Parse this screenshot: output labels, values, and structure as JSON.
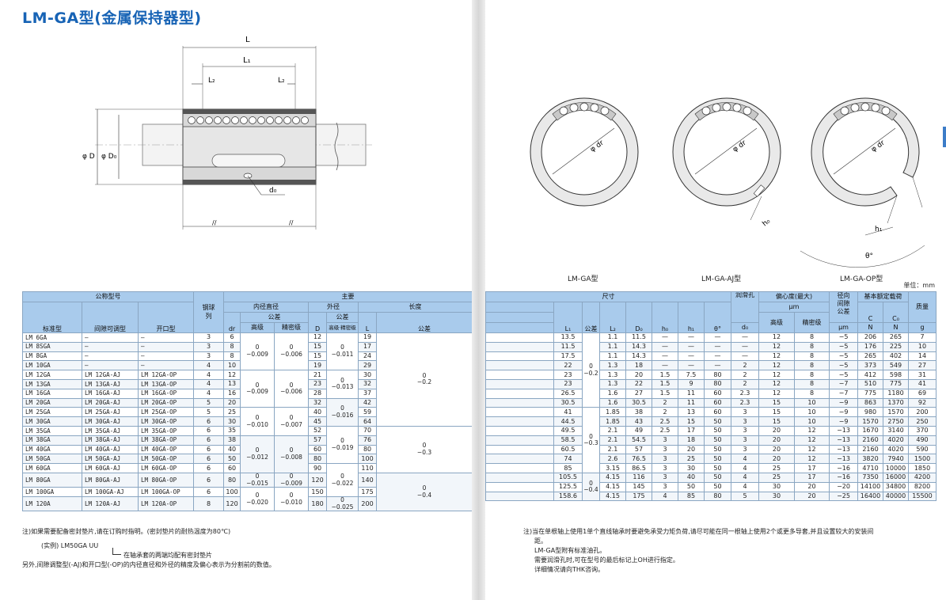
{
  "title": "LM-GA型(金属保持器型)",
  "drawing": {
    "dim_L": "L",
    "dim_L1": "L₁",
    "dim_L2a": "L₂",
    "dim_L2b": "L₂",
    "dim_D": "φ D",
    "dim_D0": "φ D₀",
    "dim_d0": "d₀",
    "break_mark": "//",
    "dim_dr": "φ dr",
    "dim_h0": "h₀",
    "dim_h1": "h₁",
    "dim_theta": "θ°"
  },
  "views": {
    "ga": "LM-GA型",
    "aj": "LM-GA-AJ型",
    "op": "LM-GA-OP型"
  },
  "unit": "单位：mm",
  "left_header": {
    "model": "公称型号",
    "main": "主要",
    "standard": "标准型",
    "clearance": "间隙可调型",
    "open": "开口型",
    "ball": "钢球",
    "row": "列",
    "inner": "内径直径",
    "outer": "外径",
    "length": "长度",
    "tol": "公差",
    "dr": "dr",
    "high": "高级",
    "precision": "精密级",
    "D": "D",
    "high_prec": "高级·精密级",
    "L": "L",
    "tol2": "公差"
  },
  "right_header": {
    "size": "尺寸",
    "lube": "润滑孔",
    "ecc": "偏心度(最大)",
    "um": "μm",
    "radial": "径向",
    "gap": "间隙",
    "gap_tol": "公差",
    "gap_um": "μm",
    "load": "基本额定载荷",
    "mass": "质量",
    "L1": "L₁",
    "tol": "公差",
    "L2": "L₂",
    "D0": "D₀",
    "h0": "h₀",
    "h1": "h₁",
    "theta": "θ°",
    "d0": "d₀",
    "high": "高级",
    "precision": "精密级",
    "C": "C",
    "C0": "C₀",
    "N1": "N",
    "N2": "N",
    "g": "g"
  },
  "tol_groups": {
    "dr_high": [
      [
        "0",
        "−0.009"
      ],
      [
        "0",
        "−0.010"
      ],
      [
        "0",
        "−0.012"
      ],
      [
        "0",
        "−0.015"
      ],
      [
        "0",
        "−0.020"
      ]
    ],
    "dr_prec": [
      [
        "0",
        "−0.006"
      ],
      [
        "0",
        "−0.007"
      ],
      [
        "0",
        "−0.008"
      ],
      [
        "0",
        "−0.009"
      ],
      [
        "0",
        "−0.010"
      ]
    ],
    "D": [
      [
        "0",
        "−0.011"
      ],
      [
        "0",
        "−0.013"
      ],
      [
        "0",
        "−0.016"
      ],
      [
        "0",
        "−0.019"
      ],
      [
        "0",
        "−0.022"
      ],
      [
        "0",
        "−0.025"
      ]
    ],
    "L": [
      [
        "0",
        "−0.2"
      ],
      [
        "0",
        "−0.3"
      ],
      [
        "0",
        "−0.4"
      ]
    ],
    "L1": [
      [
        "0",
        "−0.2"
      ],
      [
        "0",
        "−0.3"
      ],
      [
        "0",
        "−0.4"
      ]
    ]
  },
  "rows_left": [
    [
      "LM 6GA",
      "—",
      "—",
      "3",
      "6",
      "12",
      "19"
    ],
    [
      "LM 8SGA",
      "—",
      "—",
      "3",
      "8",
      "15",
      "17"
    ],
    [
      "LM 8GA",
      "—",
      "—",
      "3",
      "8",
      "15",
      "24"
    ],
    [
      "LM 10GA",
      "—",
      "—",
      "4",
      "10",
      "19",
      "29"
    ],
    [
      "LM 12GA",
      "LM 12GA-AJ",
      "LM 12GA-OP",
      "4",
      "12",
      "21",
      "30"
    ],
    [
      "LM 13GA",
      "LM 13GA-AJ",
      "LM 13GA-OP",
      "4",
      "13",
      "23",
      "32"
    ],
    [
      "LM 16GA",
      "LM 16GA-AJ",
      "LM 16GA-OP",
      "4",
      "16",
      "28",
      "37"
    ],
    [
      "LM 20GA",
      "LM 20GA-AJ",
      "LM 20GA-OP",
      "5",
      "20",
      "32",
      "42"
    ],
    [
      "LM 25GA",
      "LM 25GA-AJ",
      "LM 25GA-OP",
      "5",
      "25",
      "40",
      "59"
    ],
    [
      "LM 30GA",
      "LM 30GA-AJ",
      "LM 30GA-OP",
      "6",
      "30",
      "45",
      "64"
    ],
    [
      "LM 35GA",
      "LM 35GA-AJ",
      "LM 35GA-OP",
      "6",
      "35",
      "52",
      "70"
    ],
    [
      "LM 38GA",
      "LM 38GA-AJ",
      "LM 38GA-OP",
      "6",
      "38",
      "57",
      "76"
    ],
    [
      "LM 40GA",
      "LM 40GA-AJ",
      "LM 40GA-OP",
      "6",
      "40",
      "60",
      "80"
    ],
    [
      "LM 50GA",
      "LM 50GA-AJ",
      "LM 50GA-OP",
      "6",
      "50",
      "80",
      "100"
    ],
    [
      "LM 60GA",
      "LM 60GA-AJ",
      "LM 60GA-OP",
      "6",
      "60",
      "90",
      "110"
    ],
    [
      "LM 80GA",
      "LM 80GA-AJ",
      "LM 80GA-OP",
      "6",
      "80",
      "120",
      "140"
    ],
    [
      "LM 100GA",
      "LM 100GA-AJ",
      "LM 100GA-OP",
      "6",
      "100",
      "150",
      "175"
    ],
    [
      "LM 120A",
      "LM 120A-AJ",
      "LM 120A-OP",
      "8",
      "120",
      "180",
      "200"
    ]
  ],
  "rows_right": [
    [
      "13.5",
      "1.1",
      "11.5",
      "—",
      "—",
      "—",
      "—",
      "12",
      "8",
      "−5",
      "206",
      "265",
      "7"
    ],
    [
      "11.5",
      "1.1",
      "14.3",
      "—",
      "—",
      "—",
      "—",
      "12",
      "8",
      "−5",
      "176",
      "225",
      "10"
    ],
    [
      "17.5",
      "1.1",
      "14.3",
      "—",
      "—",
      "—",
      "—",
      "12",
      "8",
      "−5",
      "265",
      "402",
      "14"
    ],
    [
      "22",
      "1.3",
      "18",
      "—",
      "—",
      "—",
      "2",
      "12",
      "8",
      "−5",
      "373",
      "549",
      "27"
    ],
    [
      "23",
      "1.3",
      "20",
      "1.5",
      "7.5",
      "80",
      "2",
      "12",
      "8",
      "−5",
      "412",
      "598",
      "31"
    ],
    [
      "23",
      "1.3",
      "22",
      "1.5",
      "9",
      "80",
      "2",
      "12",
      "8",
      "−7",
      "510",
      "775",
      "41"
    ],
    [
      "26.5",
      "1.6",
      "27",
      "1.5",
      "11",
      "60",
      "2.3",
      "12",
      "8",
      "−7",
      "775",
      "1180",
      "69"
    ],
    [
      "30.5",
      "1.6",
      "30.5",
      "2",
      "11",
      "60",
      "2.3",
      "15",
      "10",
      "−9",
      "863",
      "1370",
      "92"
    ],
    [
      "41",
      "1.85",
      "38",
      "2",
      "13",
      "60",
      "3",
      "15",
      "10",
      "−9",
      "980",
      "1570",
      "200"
    ],
    [
      "44.5",
      "1.85",
      "43",
      "2.5",
      "15",
      "50",
      "3",
      "15",
      "10",
      "−9",
      "1570",
      "2750",
      "250"
    ],
    [
      "49.5",
      "2.1",
      "49",
      "2.5",
      "17",
      "50",
      "3",
      "20",
      "12",
      "−13",
      "1670",
      "3140",
      "370"
    ],
    [
      "58.5",
      "2.1",
      "54.5",
      "3",
      "18",
      "50",
      "3",
      "20",
      "12",
      "−13",
      "2160",
      "4020",
      "490"
    ],
    [
      "60.5",
      "2.1",
      "57",
      "3",
      "20",
      "50",
      "3",
      "20",
      "12",
      "−13",
      "2160",
      "4020",
      "590"
    ],
    [
      "74",
      "2.6",
      "76.5",
      "3",
      "25",
      "50",
      "4",
      "20",
      "12",
      "−13",
      "3820",
      "7940",
      "1500"
    ],
    [
      "85",
      "3.15",
      "86.5",
      "3",
      "30",
      "50",
      "4",
      "25",
      "17",
      "−16",
      "4710",
      "10000",
      "1850"
    ],
    [
      "105.5",
      "4.15",
      "116",
      "3",
      "40",
      "50",
      "4",
      "25",
      "17",
      "−16",
      "7350",
      "16000",
      "4200"
    ],
    [
      "125.5",
      "4.15",
      "145",
      "3",
      "50",
      "50",
      "4",
      "30",
      "20",
      "−20",
      "14100",
      "34800",
      "8200"
    ],
    [
      "158.6",
      "4.15",
      "175",
      "4",
      "85",
      "80",
      "5",
      "30",
      "20",
      "−25",
      "16400",
      "40000",
      "15500"
    ]
  ],
  "notes_left": {
    "n1": "注)如果需要配备密封垫片,请在订购时指明。(密封垫片的耐热温度为80℃)",
    "example": "(实例) LM50GA UU",
    "example_desc": "在轴承套的两端均配有密封垫片",
    "n2": "另外,间隙调整型(-AJ)和开口型(-OP)的内径直径和外径的精度及偏心表示为分割前的数值。"
  },
  "notes_right": {
    "n1": "注)当在单根轴上使用1单个直线轴承时要避免承受力矩负荷,请尽可能在同一根轴上使用2个或更多导套,并且设置较大的安装间",
    "n1b": "距。",
    "n2": "LM-GA型附有标准油孔。",
    "n3": "需要润滑孔时,可在型号的最后标记上OH进行指定。",
    "n4": "详细情况请向THK咨询。"
  }
}
